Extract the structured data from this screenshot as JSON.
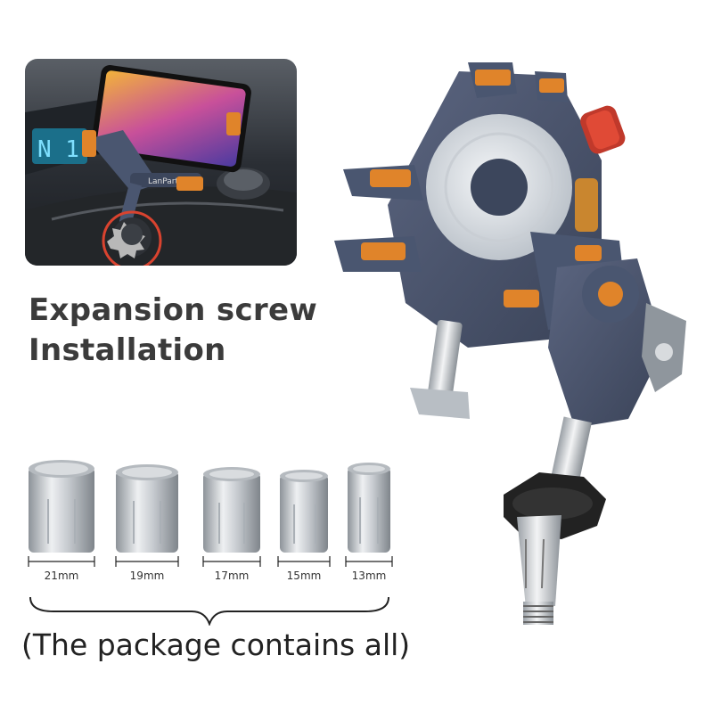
{
  "photo": {
    "brand_text": "LanParte"
  },
  "heading": {
    "line1": "Expansion screw",
    "line2": "Installation"
  },
  "sizes": [
    "21mm",
    "19mm",
    "17mm",
    "15mm",
    "13mm"
  ],
  "footer": "(The package contains all)",
  "colors": {
    "accent_orange": "#e0842a",
    "highlight_circle": "#d9432f",
    "bracket_blue": "#4a5670",
    "heading_text": "#3b3b3b"
  }
}
